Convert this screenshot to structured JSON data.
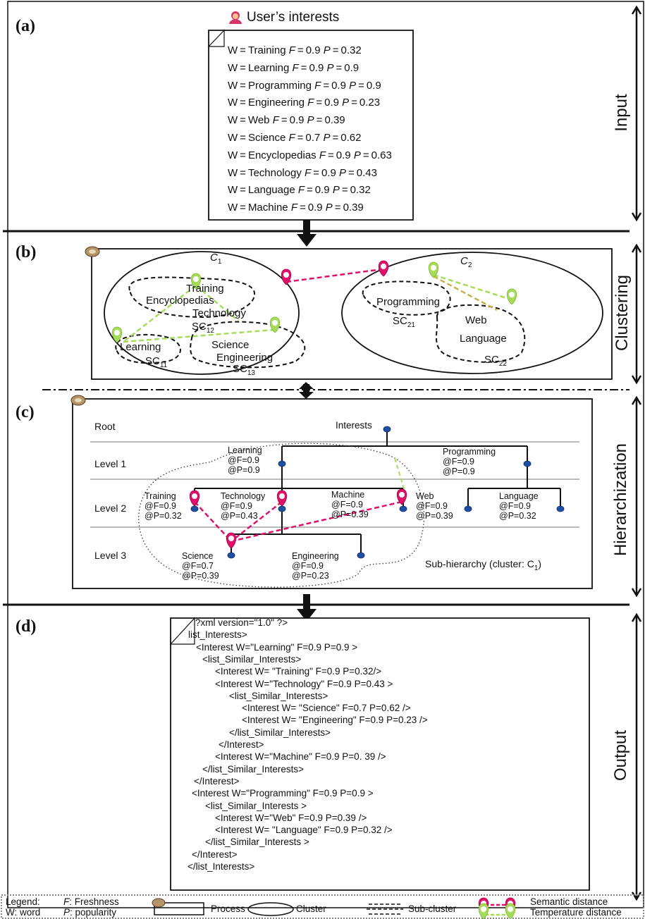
{
  "panels": {
    "a": "(a)",
    "b": "(b)",
    "c": "(c)",
    "d": "(d)"
  },
  "side_labels": {
    "input": "Input",
    "clustering": "Clustering",
    "hierarchization": "Hierarchization",
    "output": "Output"
  },
  "input": {
    "title": "User’s interests",
    "words": [
      {
        "w": "Training",
        "f": "0.9",
        "p": "0.32"
      },
      {
        "w": "Learning",
        "f": "0.9",
        "p": "0.9"
      },
      {
        "w": "Programming",
        "f": "0.9",
        "p": "0.9"
      },
      {
        "w": "Engineering",
        "f": "0.9",
        "p": "0.23"
      },
      {
        "w": "Web",
        "f": "0.9",
        "p": "0.39"
      },
      {
        "w": "Science",
        "f": "0.7",
        "p": "0.62"
      },
      {
        "w": "Encyclopedias",
        "f": "0.9",
        "p": "0.63"
      },
      {
        "w": "Technology",
        "f": "0.9",
        "p": "0.43"
      },
      {
        "w": "Language",
        "f": "0.9",
        "p": "0.32"
      },
      {
        "w": "Machine",
        "f": "0.9",
        "p": "0.39"
      }
    ]
  },
  "clustering": {
    "c1": "C",
    "c1_sub": "1",
    "c2": "C",
    "c2_sub": "2",
    "sc11": "SC",
    "sc11_sub": "11",
    "sc12": "SC",
    "sc12_sub": "12",
    "sc13": "SC",
    "sc13_sub": "13",
    "sc21": "SC",
    "sc21_sub": "21",
    "sc22": "SC",
    "sc22_sub": "22",
    "words": {
      "training": "Training",
      "encyclopedias": "Encyclopedias",
      "technology": "Technology",
      "learning": "Learning",
      "science": "Science",
      "engineering": "Engineering",
      "programming": "Programming",
      "web": "Web",
      "language": "Language"
    }
  },
  "hierarchy": {
    "levels": [
      "Root",
      "Level 1",
      "Level 2",
      "Level 3"
    ],
    "root": "Interests",
    "nodes": {
      "learning": {
        "name": "Learning",
        "f": "@F=0.9",
        "p": "@P=0.9"
      },
      "programming": {
        "name": "Programming",
        "f": "@F=0.9",
        "p": "@P=0.9"
      },
      "training": {
        "name": "Training",
        "f": "@F=0.9",
        "p": "@P=0.32"
      },
      "technology": {
        "name": "Technology",
        "f": "@F=0.9",
        "p": "@P=0.43"
      },
      "machine": {
        "name": "Machine",
        "f": "@F=0.9",
        "p": "@P=0.39"
      },
      "web": {
        "name": "Web",
        "f": "@F=0.9",
        "p": "@P=0.39"
      },
      "language": {
        "name": "Language",
        "f": "@F=0.9",
        "p": "@P=0.32"
      },
      "science": {
        "name": "Science",
        "f": "@F=0.7",
        "p": "@P=0.39"
      },
      "engineering": {
        "name": "Engineering",
        "f": "@F=0.9",
        "p": "@P=0.23"
      }
    },
    "subhierarchy_label": "Sub-hierarchy (cluster: C",
    "subhierarchy_sub": "1",
    "subhierarchy_end": ")"
  },
  "output": {
    "lines": [
      "?xml version=\"1.0\" ?>",
      "list_Interests>",
      "<Interest W=\"Learning\" F=0.9 P=0.9 >",
      "<list_Similar_Interests>",
      "<Interest W= \"Training\" F=0.9 P=0.32/>",
      "<Interest W=\"Technology\" F=0.9 P=0.43 >",
      "<list_Similar_Interests>",
      "<Interest W= \"Science\" F=0.7 P=0.62 />",
      "<Interest W= \"Engineering\" F=0.9 P=0.23 />",
      "</list_Similar_Interests>",
      "</Interest>",
      "<Interest W=\"Machine\" F=0.9 P=0. 39 />",
      "</list_Similar_Interests>",
      "</Interest>",
      "<Interest W=\"Programming\" F=0.9 P=0.9 >",
      "<list_Similar_Interests >",
      "<Interest W=\"Web\" F=0.9 P=0.39 />",
      "<Interest W= \"Language\" F=0.9 P=0.32 />",
      "</list_Similar_Interests >",
      "</Interest>",
      "</list_Interests>"
    ]
  },
  "legend": {
    "legend_label": "Legend:",
    "w_word": "W: word",
    "f_freshness": ": Freshness",
    "p_popularity": ": popularity",
    "f_letter": "F",
    "p_letter": "P",
    "process": "Process",
    "cluster": "Cluster",
    "subcluster": "Sub-cluster",
    "semantic": "Semantic distance",
    "temperature": "Temperature distance"
  },
  "colors": {
    "semantic": "#e0106a",
    "temperature": "#9bd44a",
    "node": "#1f4fa3"
  }
}
